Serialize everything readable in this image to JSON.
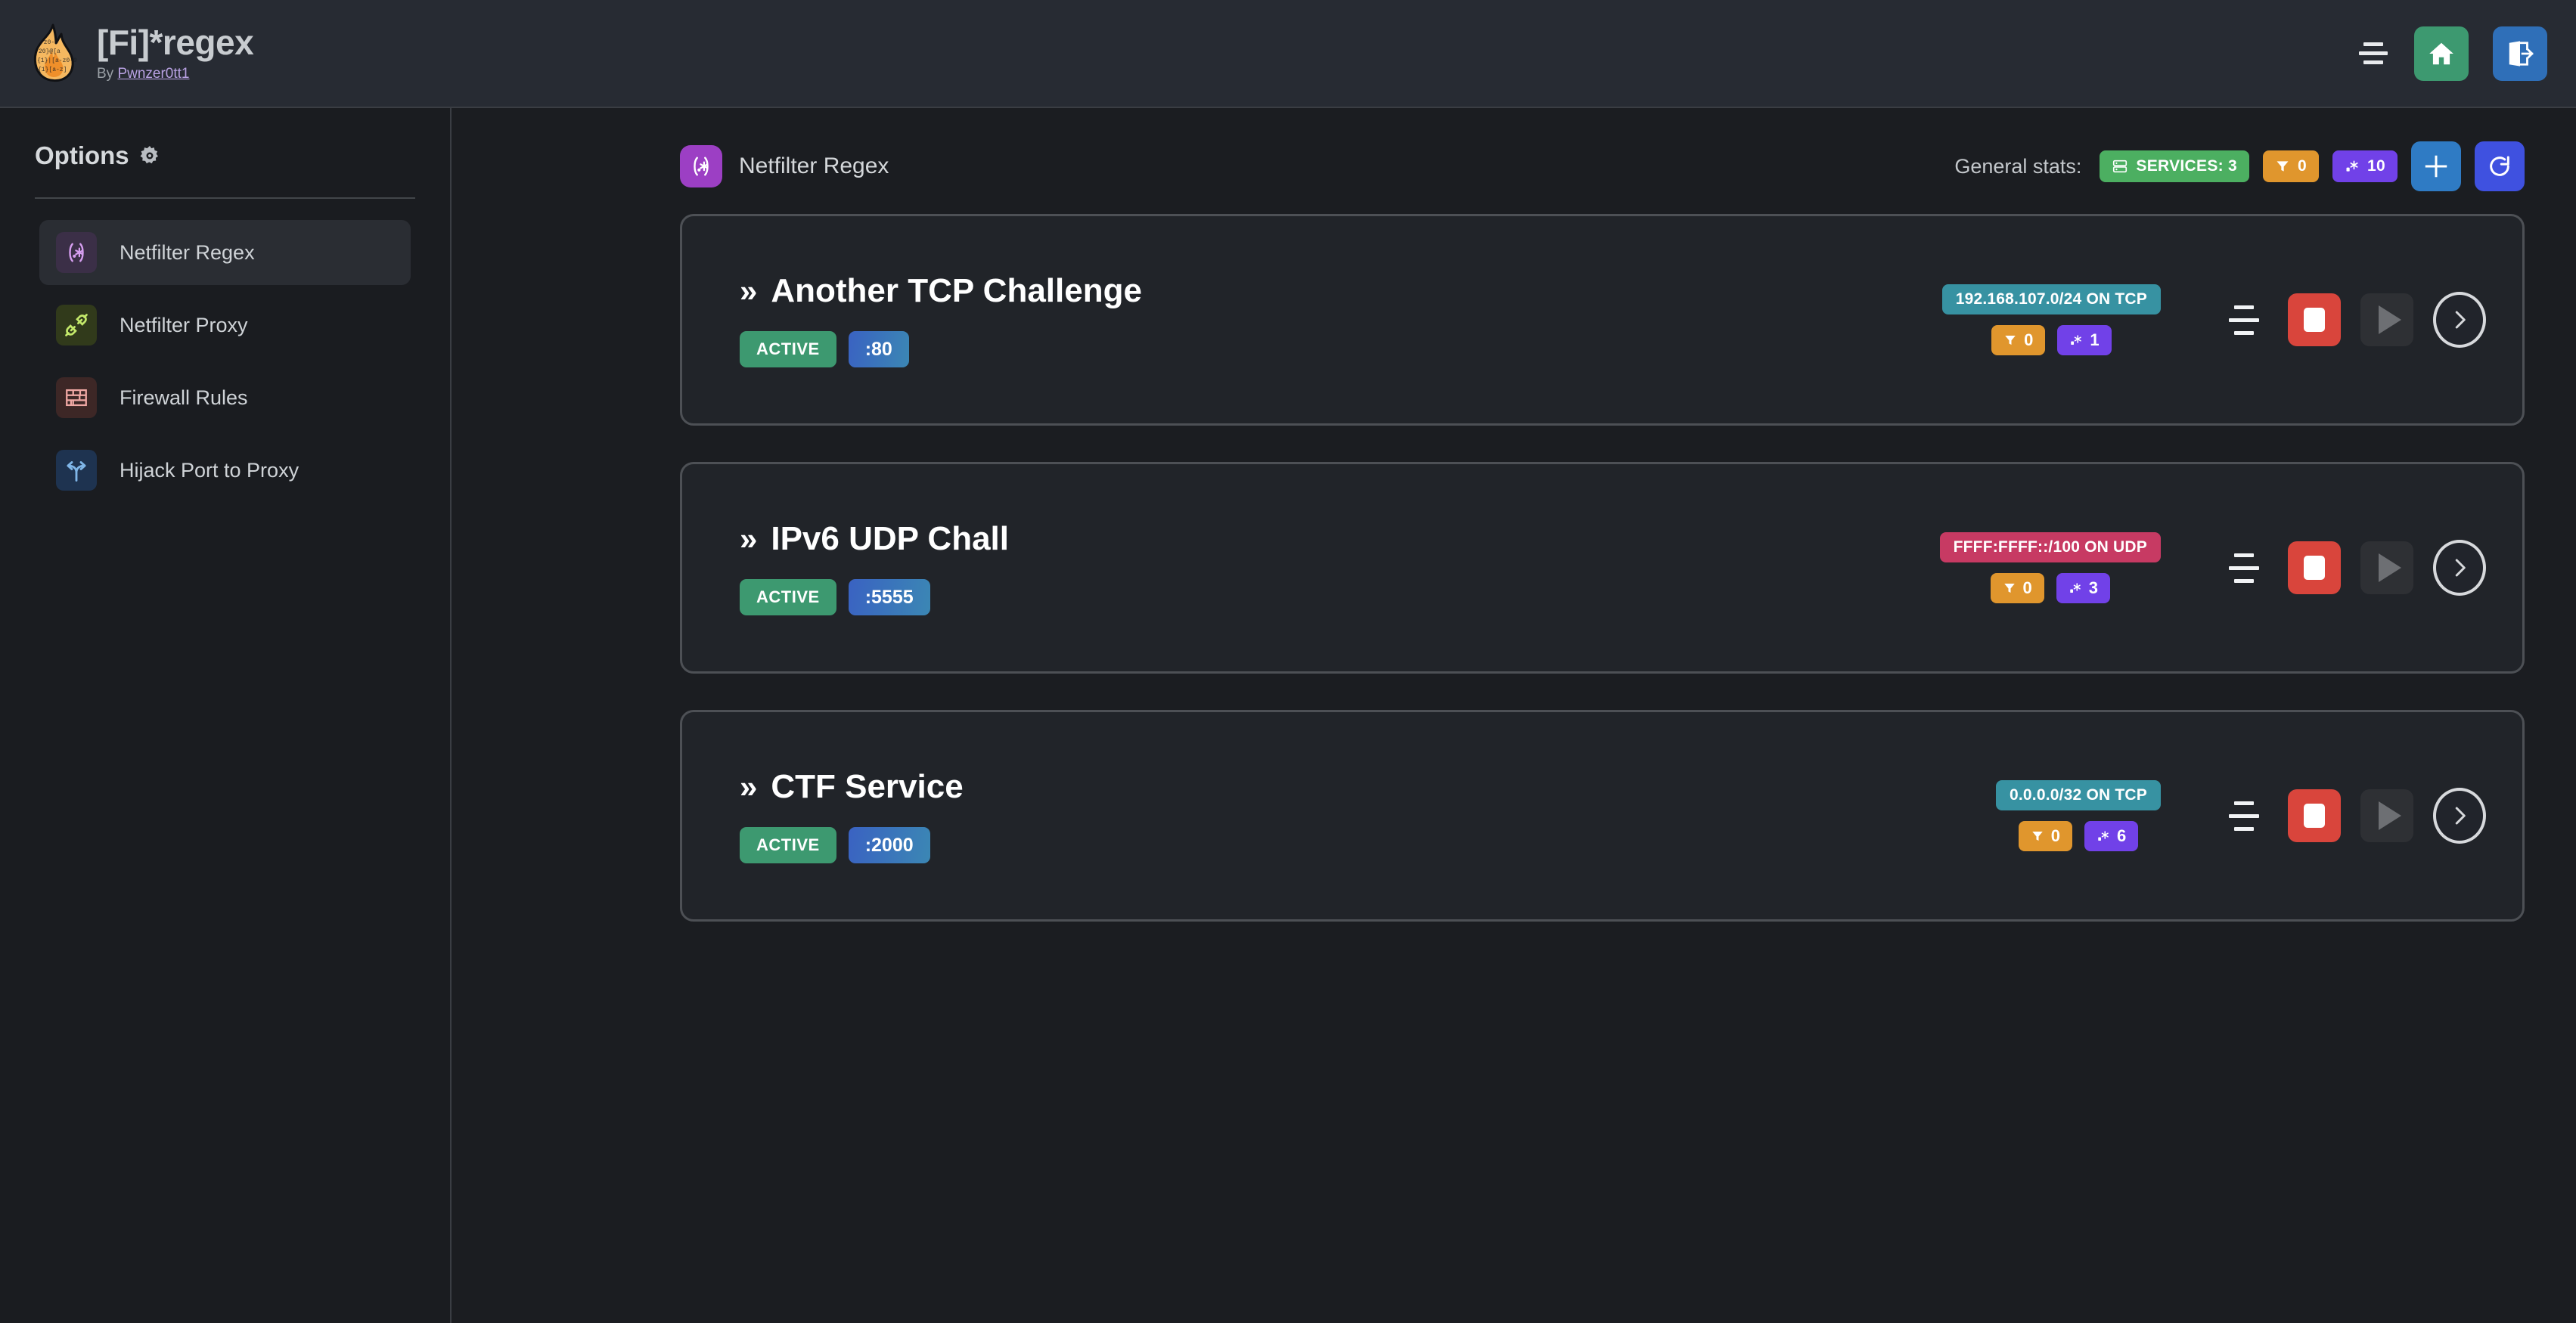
{
  "header": {
    "logo_icon": "flame-regex-logo",
    "title": "[Fi]*regex",
    "by_prefix": "By ",
    "author": "Pwnzer0tt1",
    "menu_icon": "hamburger-icon",
    "home_icon": "home-icon",
    "logout_icon": "logout-icon"
  },
  "sidebar": {
    "title": "Options",
    "gear_icon": "gear-icon",
    "items": [
      {
        "label": "Netfilter Regex",
        "icon": "regex-icon",
        "active": true
      },
      {
        "label": "Netfilter Proxy",
        "icon": "plug-icon",
        "active": false
      },
      {
        "label": "Firewall Rules",
        "icon": "brick-wall-icon",
        "active": false
      },
      {
        "label": "Hijack Port to Proxy",
        "icon": "fork-arrow-icon",
        "active": false
      }
    ]
  },
  "main": {
    "page_icon": "regex-icon",
    "page_title": "Netfilter Regex",
    "stats_label": "General stats:",
    "stats": [
      {
        "icon": "server-icon",
        "text": "SERVICES: 3",
        "color": "#4caf61"
      },
      {
        "icon": "filter-icon",
        "text": "0",
        "color": "#e0962d"
      },
      {
        "icon": "regex-dot-icon",
        "text": "10",
        "color": "#7141e8"
      }
    ],
    "add_button": {
      "icon": "plus-icon",
      "color": "#2f7bc4"
    },
    "refresh_button": {
      "icon": "refresh-icon",
      "color": "#3f51e0"
    }
  },
  "services": [
    {
      "chevron": "»",
      "name": "Another TCP Challenge",
      "status": "ACTIVE",
      "port": ":80",
      "network": "192.168.107.0/24 ON TCP",
      "network_color": "#3792a2",
      "filter_count": "0",
      "regex_count": "1",
      "menu_icon": "service-menu-icon",
      "stop_icon": "stop-icon",
      "play_icon": "play-icon",
      "details_icon": "chevron-right-icon"
    },
    {
      "chevron": "»",
      "name": "IPv6 UDP Chall",
      "status": "ACTIVE",
      "port": ":5555",
      "network": "FFFF:FFFF::/100 ON UDP",
      "network_color": "#c73a63",
      "filter_count": "0",
      "regex_count": "3",
      "menu_icon": "service-menu-icon",
      "stop_icon": "stop-icon",
      "play_icon": "play-icon",
      "details_icon": "chevron-right-icon"
    },
    {
      "chevron": "»",
      "name": "CTF Service",
      "status": "ACTIVE",
      "port": ":2000",
      "network": "0.0.0.0/32 ON TCP",
      "network_color": "#3792a2",
      "filter_count": "0",
      "regex_count": "6",
      "menu_icon": "service-menu-icon",
      "stop_icon": "stop-icon",
      "play_icon": "play-icon",
      "details_icon": "chevron-right-icon"
    }
  ]
}
